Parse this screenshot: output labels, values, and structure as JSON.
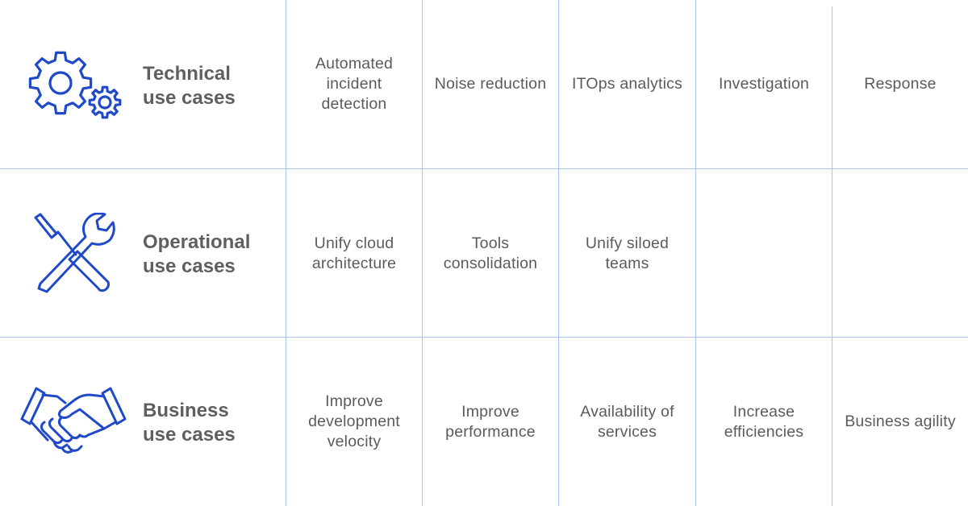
{
  "colors": {
    "accent": "#1f49c8",
    "grid": "#a9c3ec",
    "text": "#5b5b5b"
  },
  "rows": [
    {
      "icon": "gears-icon",
      "title": [
        "Technical",
        "use cases"
      ],
      "items": [
        "Automated incident detection",
        "Noise reduction",
        "ITOps analytics",
        "Investigation",
        "Response"
      ]
    },
    {
      "icon": "tools-icon",
      "title": [
        "Operational",
        "use cases"
      ],
      "items": [
        "Unify cloud architecture",
        "Tools consolidation",
        "Unify siloed teams",
        "",
        ""
      ]
    },
    {
      "icon": "handshake-icon",
      "title": [
        "Business",
        "use cases"
      ],
      "items": [
        "Improve development velocity",
        "Improve performance",
        "Availability of services",
        "Increase efficiencies",
        "Business agility"
      ]
    }
  ]
}
